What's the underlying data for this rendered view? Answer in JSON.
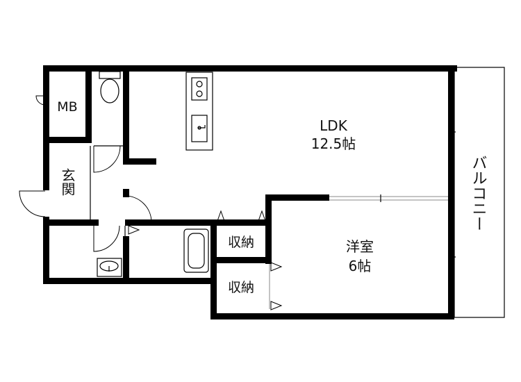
{
  "rooms": {
    "ldk": {
      "name": "LDK",
      "size": "12.5帖"
    },
    "western": {
      "name": "洋室",
      "size": "6帖"
    },
    "storage_1": {
      "name": "収納"
    },
    "storage_2": {
      "name": "収納"
    },
    "entrance": {
      "name": "玄関"
    },
    "meter_box": {
      "name": "MB"
    },
    "balcony": {
      "name": "バルコニー"
    }
  }
}
